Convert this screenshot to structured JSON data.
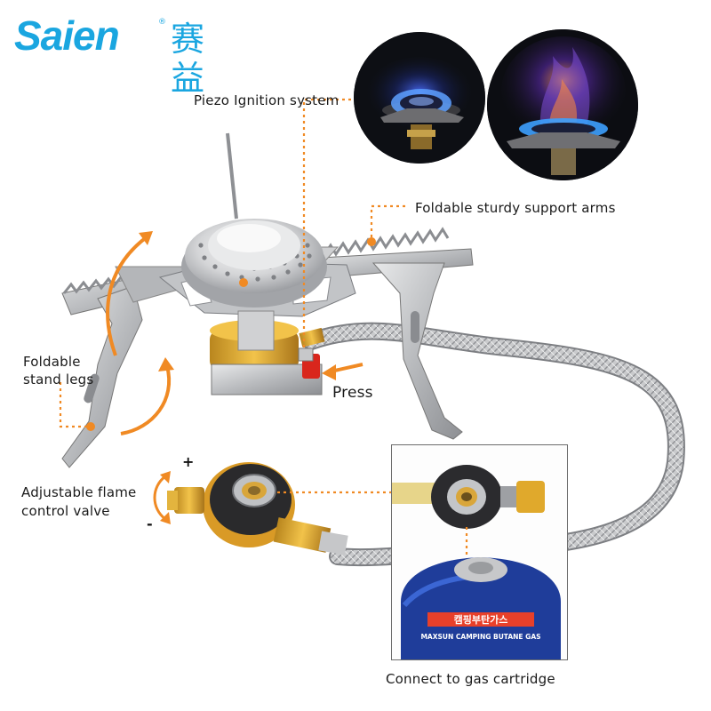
{
  "brand": {
    "name": "Saien",
    "registered": "®",
    "chinese_name": "赛益",
    "color": "#1aa6e0"
  },
  "accent_color": "#f08a24",
  "labels": {
    "piezo": "Piezo Ignition system",
    "support_arms": "Foldable sturdy support arms",
    "stand_legs_line1": "Foldable",
    "stand_legs_line2": "stand legs",
    "press": "Press",
    "flame_valve_line1": "Adjustable flame",
    "flame_valve_line2": "control valve",
    "plus": "+",
    "minus": "-",
    "cartridge": "Connect to gas cartridge"
  },
  "cartridge_print": {
    "korean": "캠핑부탄가스",
    "english": "MAXSUN CAMPING BUTANE GAS"
  }
}
